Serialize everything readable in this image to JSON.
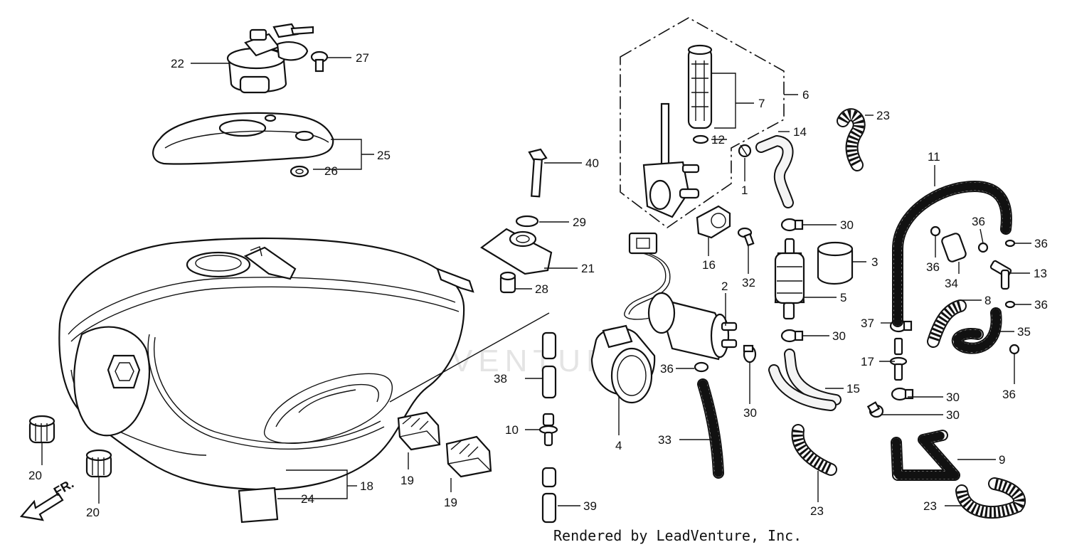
{
  "watermark": "LEADVENTURE",
  "footer": "Rendered by LeadVenture, Inc.",
  "direction_label": "FR.",
  "callouts": {
    "p1": "1",
    "p2": "2",
    "p3": "3",
    "p4": "4",
    "p5": "5",
    "p6": "6",
    "p7": "7",
    "p8": "8",
    "p9": "9",
    "p10": "10",
    "p11": "11",
    "p12": "12",
    "p13": "13",
    "p14": "14",
    "p15": "15",
    "p16": "16",
    "p17": "17",
    "p18": "18",
    "p19a": "19",
    "p19b": "19",
    "p20a": "20",
    "p20b": "20",
    "p21": "21",
    "p22": "22",
    "p23a": "23",
    "p23b": "23",
    "p23c": "23",
    "p24": "24",
    "p25": "25",
    "p26": "26",
    "p27": "27",
    "p28": "28",
    "p29": "29",
    "p30a": "30",
    "p30b": "30",
    "p30c": "30",
    "p30d": "30",
    "p30e": "30",
    "p32": "32",
    "p33": "33",
    "p34": "34",
    "p35": "35",
    "p36a": "36",
    "p36b": "36",
    "p36c": "36",
    "p36d": "36",
    "p36e": "36",
    "p36f": "36",
    "p37": "37",
    "p38": "38",
    "p39": "39",
    "p40": "40"
  }
}
